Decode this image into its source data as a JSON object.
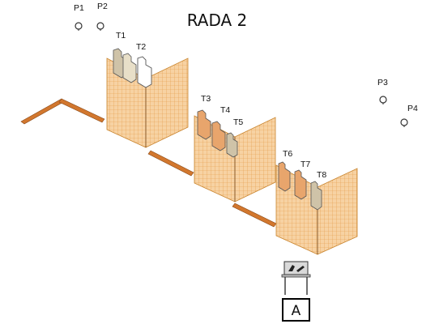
{
  "title": "RADA 2",
  "markers": {
    "p1": "P1",
    "p2": "P2",
    "p3": "P3",
    "p4": "P4",
    "t1": "T1",
    "t2": "T2",
    "t3": "T3",
    "t4": "T4",
    "t5": "T5",
    "t6": "T6",
    "t7": "T7",
    "t8": "T8"
  },
  "station": {
    "label": "A"
  },
  "colors": {
    "wall": "#f5cfa0",
    "wall_grid": "#e39a45",
    "plank": "#d2772e",
    "target_orange": "#e8a56c",
    "target_tan": "#cfc3a8",
    "target_white": "#ffffff",
    "outline": "#555555"
  }
}
